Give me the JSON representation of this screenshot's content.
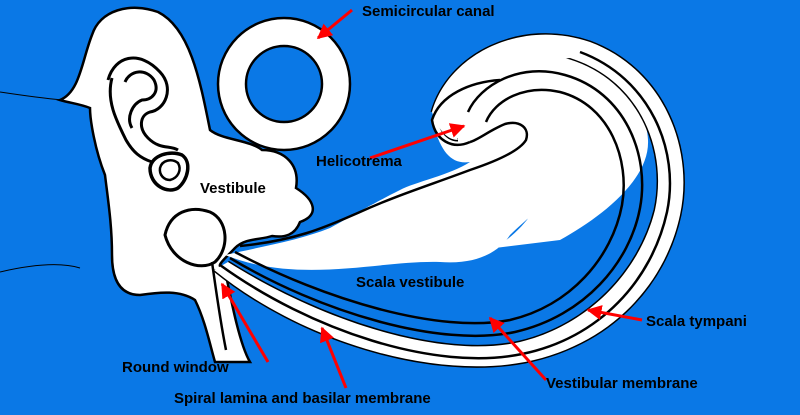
{
  "colors": {
    "background": "#0a78e6",
    "fill": "#ffffff",
    "outline": "#000000",
    "arrow": "#ff0000"
  },
  "labels": {
    "semicircular_canal": "Semicircular canal",
    "helicotrema": "Helicotrema",
    "vestibule": "Vestibule",
    "scala_vestibule": "Scala vestibule",
    "scala_tympani": "Scala tympani",
    "round_window": "Round window",
    "spiral_lamina": "Spiral lamina and basilar membrane",
    "vestibular_membrane": "Vestibular membrane"
  }
}
